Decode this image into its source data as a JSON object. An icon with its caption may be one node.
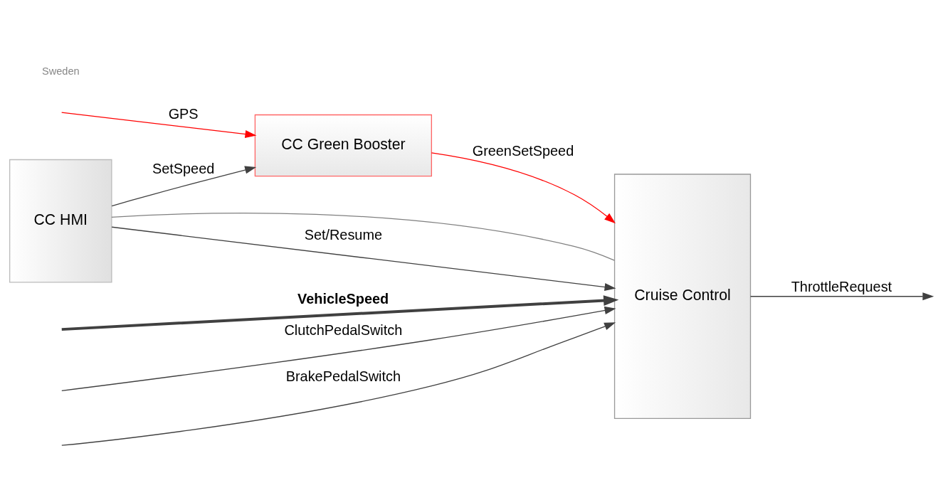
{
  "diagram": {
    "nodes": [
      {
        "text": [
          "CC Green Booster"
        ]
      },
      {
        "text": [
          "CC HMI"
        ]
      },
      {
        "text": [
          "Cruise Control"
        ]
      }
    ],
    "edges": [
      {
        "from": null,
        "to": 0,
        "arrow": "to",
        "label": "GPS",
        "color": "#ff0000"
      },
      {
        "from": 0,
        "to": 2,
        "arrow": "to",
        "label": "GreenSetSpeed",
        "color": "#ff0000"
      },
      {
        "from": 1,
        "to": 0,
        "arrow": "to",
        "label": "SetSpeed"
      },
      {
        "from": 1,
        "to": 2,
        "arrow": "none",
        "color": "#808080"
      },
      {
        "from": 1,
        "to": 2,
        "arrow": "to",
        "label": "Set/Resume"
      },
      {
        "from": null,
        "to": 2,
        "arrow": "to",
        "label": "BrakePedalSwitch"
      },
      {
        "from": null,
        "to": 2,
        "arrow": "to",
        "label": "ClutchPedalSwitch"
      },
      {
        "from": null,
        "to": 2,
        "arrow": "to",
        "label": "VehicleSpeed",
        "style": "thick"
      },
      {
        "from": 2,
        "to": null,
        "arrow": "to",
        "label": "ThrottleRequest"
      }
    ],
    "labels": [
      "Sweden"
    ]
  }
}
